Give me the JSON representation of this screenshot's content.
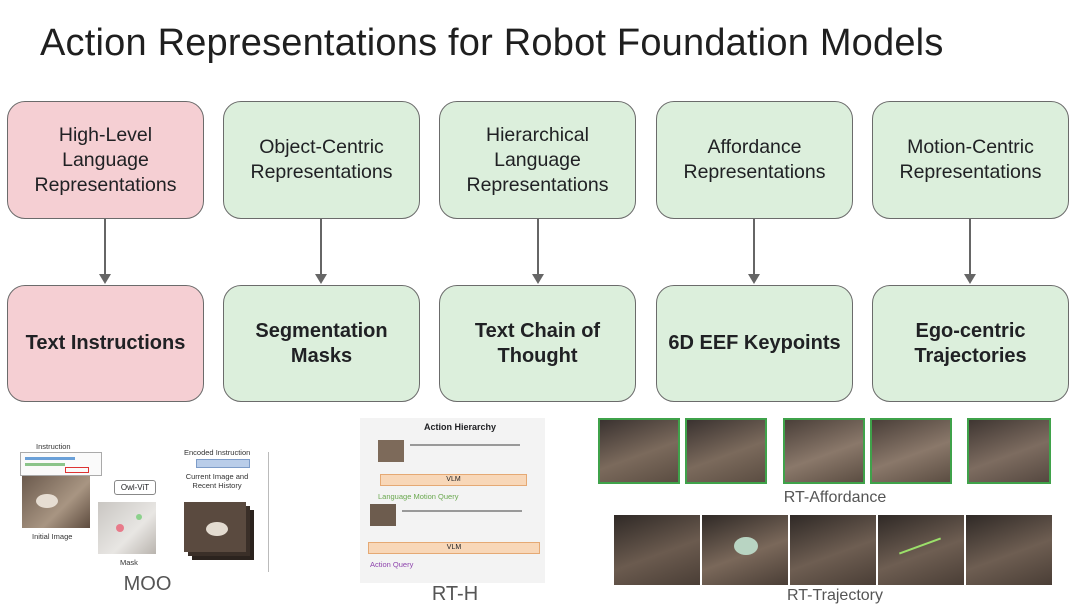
{
  "title": "Action Representations for Robot Foundation Models",
  "columns": [
    {
      "top": "High-Level Language Representations",
      "bottom": "Text Instructions",
      "color": "#f5cfd3"
    },
    {
      "top": "Object-Centric Representations",
      "bottom": "Segmentation Masks",
      "color": "#dcefdc"
    },
    {
      "top": "Hierarchical Language Representations",
      "bottom": "Text Chain of Thought",
      "color": "#dcefdc"
    },
    {
      "top": "Affordance Representations",
      "bottom": "6D EEF Keypoints",
      "color": "#dcefdc"
    },
    {
      "top": "Motion-Centric Representations",
      "bottom": "Ego-centric Trajectories",
      "color": "#dcefdc"
    }
  ],
  "examples": {
    "moo": {
      "caption": "MOO",
      "instruction_label": "Instruction",
      "encoded_label": "Encoded Instruction",
      "owlvit": "Owl-ViT",
      "current_image": "Current Image and Recent History",
      "initial_image": "Initial Image",
      "mask": "Mask"
    },
    "rth": {
      "caption": "RT-H",
      "heading": "Action Hierarchy",
      "vlm": "VLM",
      "language_motion_query": "Language Motion Query",
      "action_query": "Action Query"
    },
    "rt_affordance": {
      "caption": "RT-Affordance"
    },
    "rt_trajectory": {
      "caption": "RT-Trajectory"
    }
  }
}
